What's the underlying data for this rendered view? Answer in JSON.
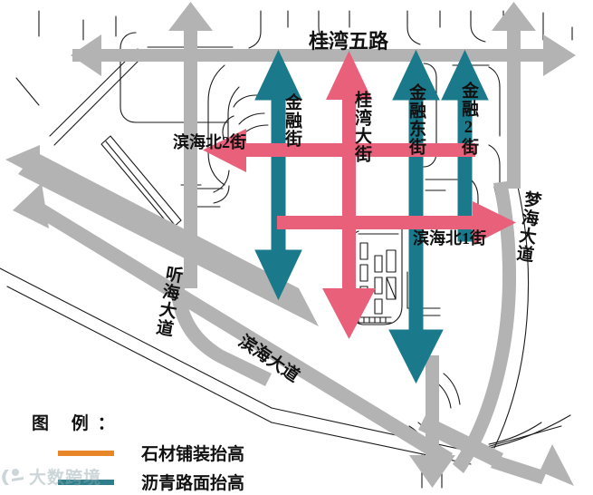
{
  "colors": {
    "road_gray": "#b3b3b3",
    "teal": "#1a7a8c",
    "pink": "#e8607a",
    "orange": "#e8862a",
    "outline": "#1a1a1a",
    "watermark": "#8fa6ad"
  },
  "map": {
    "title_top_road": "桂湾五路",
    "streets": {
      "jinrong_jie": "金融街",
      "guiwan_dajie": "桂湾大街",
      "jinrong_dong_jie": "金融东街",
      "jinrong_2_jie": "金融2街",
      "binhai_bei_2_jie": "滨海北2街",
      "binhai_bei_1_jie": "滨海北1街",
      "binhai_dadao": "滨海大道",
      "tinghai_dadao": "听海大道",
      "menghai_dadao": "梦海大道"
    }
  },
  "legend": {
    "title": "图 例：",
    "items": [
      {
        "label": "石材铺装抬高",
        "color": "#e8862a",
        "icon": "line-swatch"
      },
      {
        "label": "沥青路面抬高",
        "color": "#2e7f8c",
        "icon": "line-swatch"
      }
    ]
  },
  "watermark": {
    "text": "大数跨境",
    "icon": "watermark-logo"
  }
}
